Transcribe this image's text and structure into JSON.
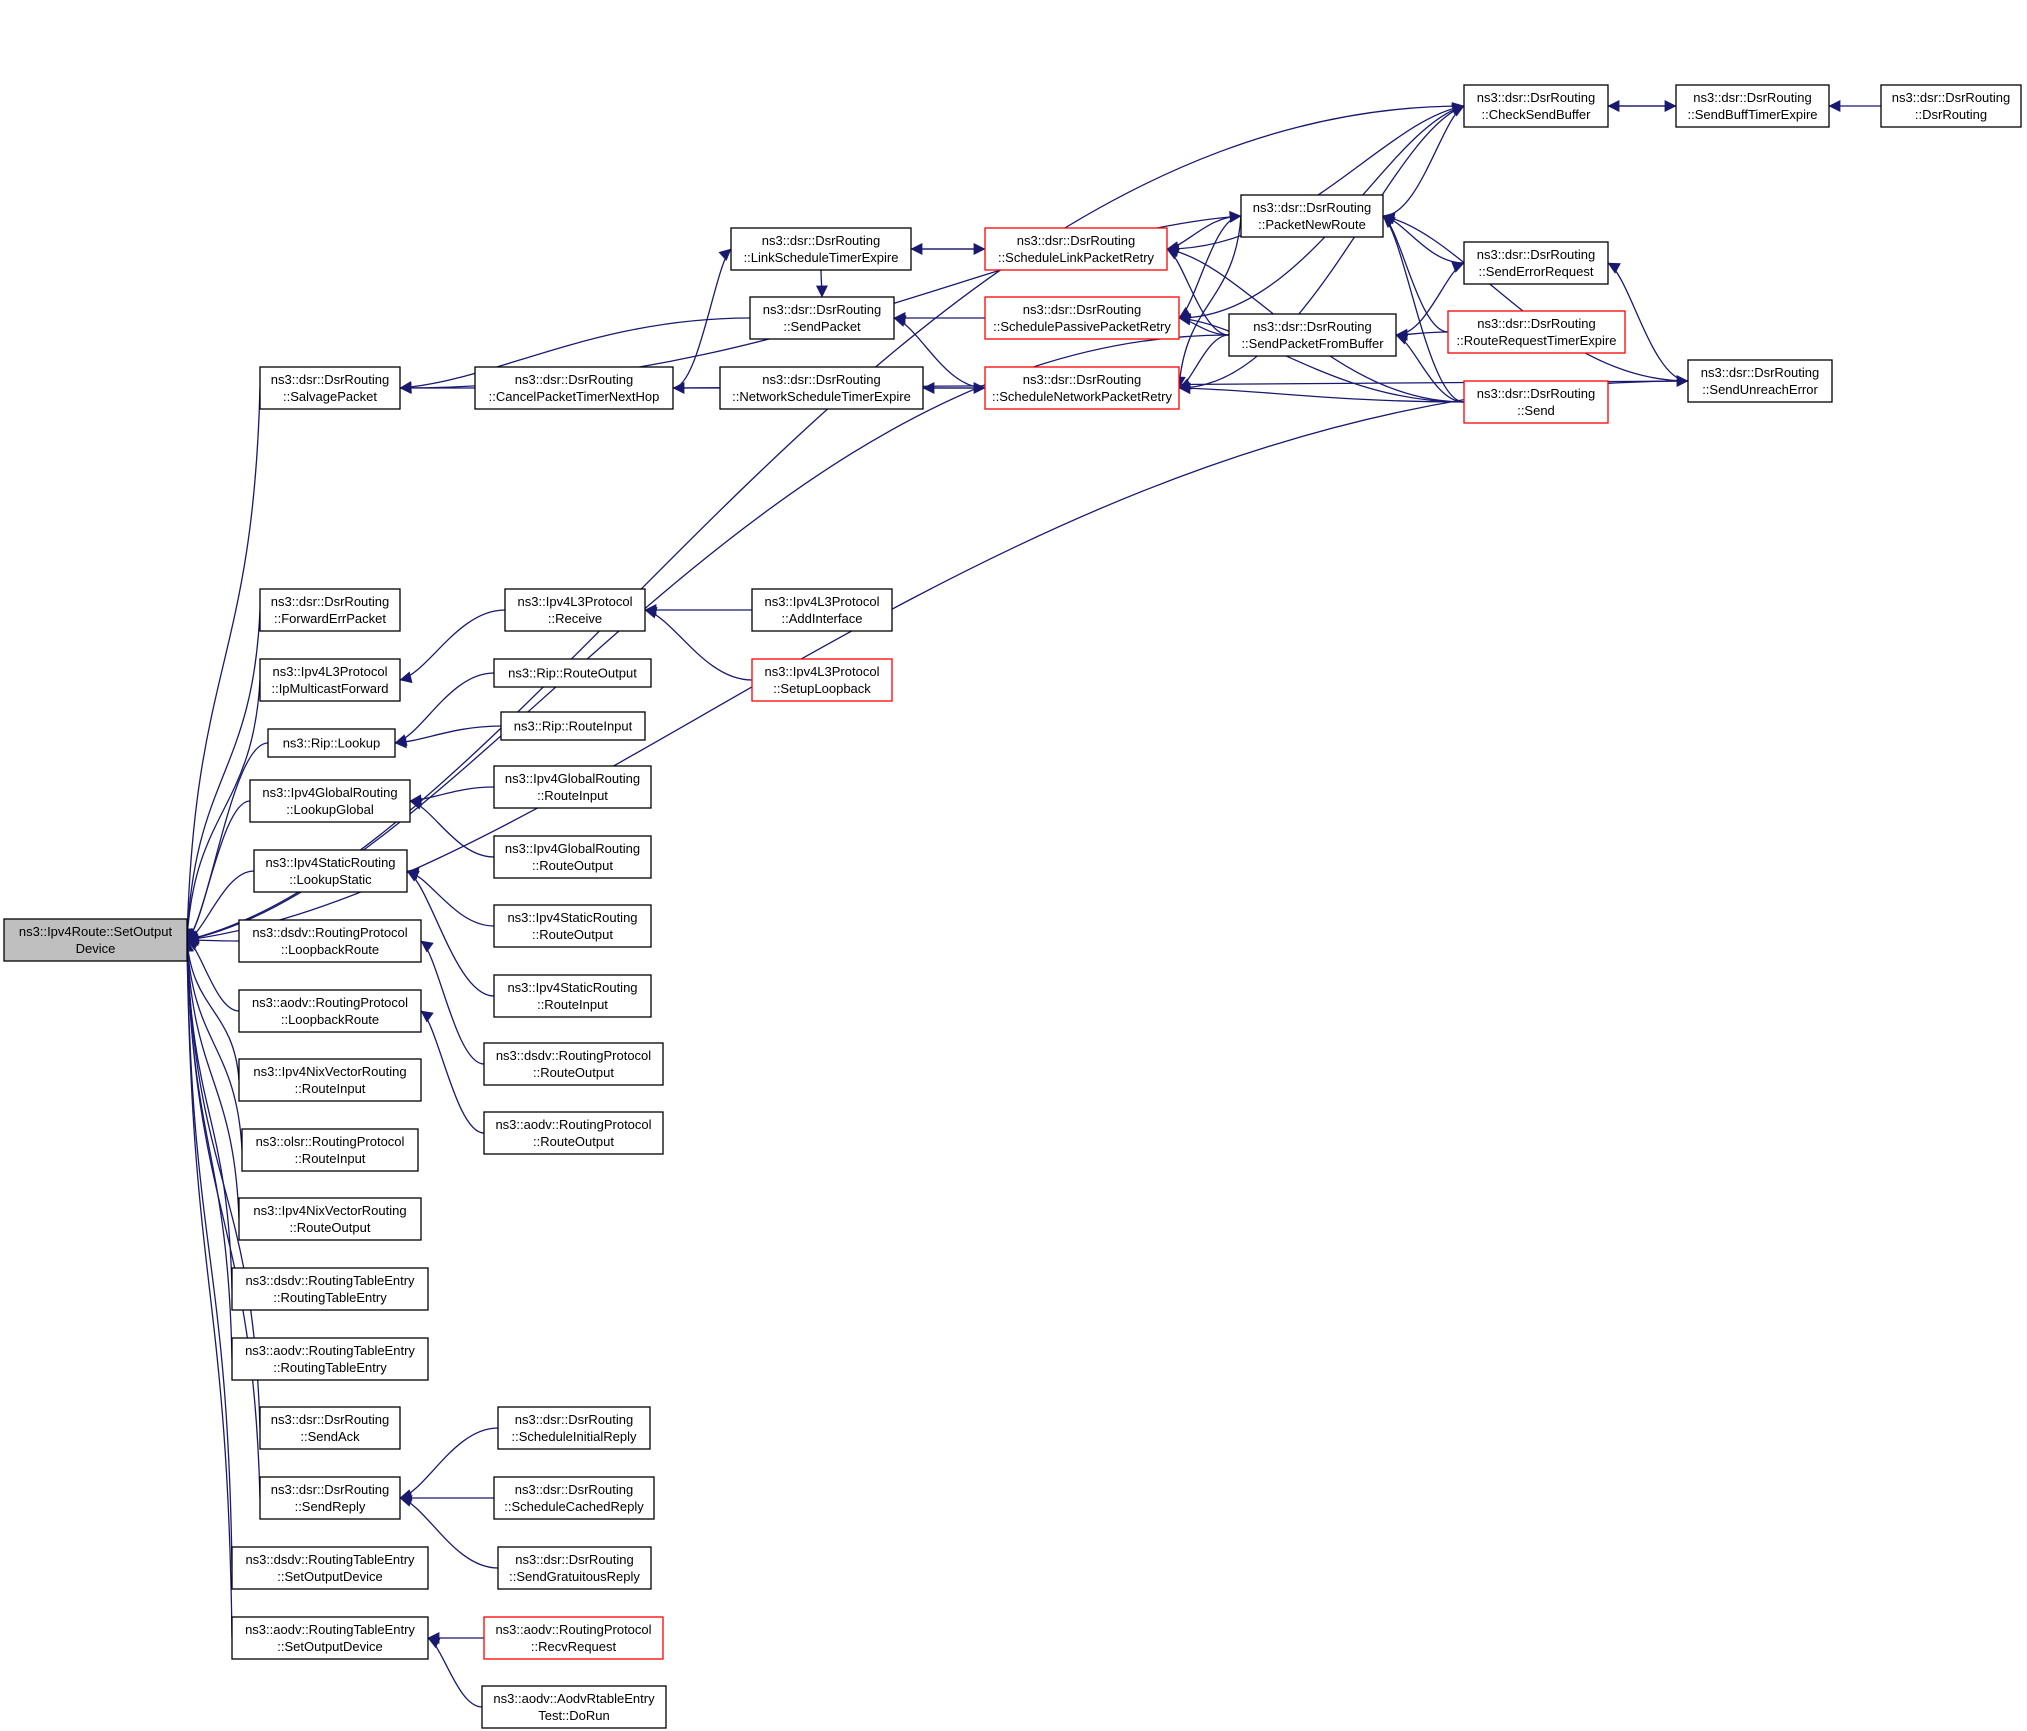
{
  "colors": {
    "edge": "#191970",
    "node_border_default": "#000000",
    "node_border_truncated": "#ff0000",
    "root_fill": "#bfbfbf",
    "node_fill": "#ffffff"
  },
  "nodes": {
    "root": {
      "lines": [
        "ns3::Ipv4Route::SetOutput",
        "Device"
      ],
      "style": "root"
    },
    "checkSendBuffer": {
      "lines": [
        "ns3::dsr::DsrRouting",
        "::CheckSendBuffer"
      ],
      "style": "normal"
    },
    "sendBuffTimerExpire": {
      "lines": [
        "ns3::dsr::DsrRouting",
        "::SendBuffTimerExpire"
      ],
      "style": "normal"
    },
    "dsrRouting": {
      "lines": [
        "ns3::dsr::DsrRouting",
        "::DsrRouting"
      ],
      "style": "normal"
    },
    "packetNewRoute": {
      "lines": [
        "ns3::dsr::DsrRouting",
        "::PacketNewRoute"
      ],
      "style": "normal"
    },
    "linkScheduleTimerExpire": {
      "lines": [
        "ns3::dsr::DsrRouting",
        "::LinkScheduleTimerExpire"
      ],
      "style": "normal"
    },
    "scheduleLinkPacketRetry": {
      "lines": [
        "ns3::dsr::DsrRouting",
        "::ScheduleLinkPacketRetry"
      ],
      "style": "truncated"
    },
    "sendErrorRequest": {
      "lines": [
        "ns3::dsr::DsrRouting",
        "::SendErrorRequest"
      ],
      "style": "normal"
    },
    "sendPacket": {
      "lines": [
        "ns3::dsr::DsrRouting",
        "::SendPacket"
      ],
      "style": "normal"
    },
    "schedulePassivePacketRetry": {
      "lines": [
        "ns3::dsr::DsrRouting",
        "::SchedulePassivePacketRetry"
      ],
      "style": "truncated"
    },
    "sendPacketFromBuffer": {
      "lines": [
        "ns3::dsr::DsrRouting",
        "::SendPacketFromBuffer"
      ],
      "style": "normal"
    },
    "routeRequestTimerExpire": {
      "lines": [
        "ns3::dsr::DsrRouting",
        "::RouteRequestTimerExpire"
      ],
      "style": "truncated"
    },
    "salvagePacket": {
      "lines": [
        "ns3::dsr::DsrRouting",
        "::SalvagePacket"
      ],
      "style": "normal"
    },
    "cancelPacketTimerNextHop": {
      "lines": [
        "ns3::dsr::DsrRouting",
        "::CancelPacketTimerNextHop"
      ],
      "style": "normal"
    },
    "networkScheduleTimerExpire": {
      "lines": [
        "ns3::dsr::DsrRouting",
        "::NetworkScheduleTimerExpire"
      ],
      "style": "normal"
    },
    "scheduleNetworkPacketRetry": {
      "lines": [
        "ns3::dsr::DsrRouting",
        "::ScheduleNetworkPacketRetry"
      ],
      "style": "truncated"
    },
    "dsrSend": {
      "lines": [
        "ns3::dsr::DsrRouting",
        "::Send"
      ],
      "style": "truncated"
    },
    "sendUnreachError": {
      "lines": [
        "ns3::dsr::DsrRouting",
        "::SendUnreachError"
      ],
      "style": "normal"
    },
    "forwardErrPacket": {
      "lines": [
        "ns3::dsr::DsrRouting",
        "::ForwardErrPacket"
      ],
      "style": "normal"
    },
    "l3Receive": {
      "lines": [
        "ns3::Ipv4L3Protocol",
        "::Receive"
      ],
      "style": "normal"
    },
    "l3AddInterface": {
      "lines": [
        "ns3::Ipv4L3Protocol",
        "::AddInterface"
      ],
      "style": "normal"
    },
    "ipMulticastForward": {
      "lines": [
        "ns3::Ipv4L3Protocol",
        "::IpMulticastForward"
      ],
      "style": "normal"
    },
    "l3SetupLoopback": {
      "lines": [
        "ns3::Ipv4L3Protocol",
        "::SetupLoopback"
      ],
      "style": "truncated"
    },
    "ripRouteOutput": {
      "lines": [
        "ns3::Rip::RouteOutput"
      ],
      "style": "normal"
    },
    "ripLookup": {
      "lines": [
        "ns3::Rip::Lookup"
      ],
      "style": "normal"
    },
    "ripRouteInput": {
      "lines": [
        "ns3::Rip::RouteInput"
      ],
      "style": "normal"
    },
    "lookupGlobal": {
      "lines": [
        "ns3::Ipv4GlobalRouting",
        "::LookupGlobal"
      ],
      "style": "normal"
    },
    "globalRouteInput": {
      "lines": [
        "ns3::Ipv4GlobalRouting",
        "::RouteInput"
      ],
      "style": "normal"
    },
    "globalRouteOutput": {
      "lines": [
        "ns3::Ipv4GlobalRouting",
        "::RouteOutput"
      ],
      "style": "normal"
    },
    "lookupStatic": {
      "lines": [
        "ns3::Ipv4StaticRouting",
        "::LookupStatic"
      ],
      "style": "normal"
    },
    "staticRouteOutput": {
      "lines": [
        "ns3::Ipv4StaticRouting",
        "::RouteOutput"
      ],
      "style": "normal"
    },
    "staticRouteInput": {
      "lines": [
        "ns3::Ipv4StaticRouting",
        "::RouteInput"
      ],
      "style": "normal"
    },
    "dsdvLoopbackRoute": {
      "lines": [
        "ns3::dsdv::RoutingProtocol",
        "::LoopbackRoute"
      ],
      "style": "normal"
    },
    "aodvLoopbackRoute": {
      "lines": [
        "ns3::aodv::RoutingProtocol",
        "::LoopbackRoute"
      ],
      "style": "normal"
    },
    "dsdvRouteOutput": {
      "lines": [
        "ns3::dsdv::RoutingProtocol",
        "::RouteOutput"
      ],
      "style": "normal"
    },
    "aodvRouteOutput": {
      "lines": [
        "ns3::aodv::RoutingProtocol",
        "::RouteOutput"
      ],
      "style": "normal"
    },
    "nixRouteInput": {
      "lines": [
        "ns3::Ipv4NixVectorRouting",
        "::RouteInput"
      ],
      "style": "normal"
    },
    "olsrRouteInput": {
      "lines": [
        "ns3::olsr::RoutingProtocol",
        "::RouteInput"
      ],
      "style": "normal"
    },
    "nixRouteOutput": {
      "lines": [
        "ns3::Ipv4NixVectorRouting",
        "::RouteOutput"
      ],
      "style": "normal"
    },
    "dsdvRTE": {
      "lines": [
        "ns3::dsdv::RoutingTableEntry",
        "::RoutingTableEntry"
      ],
      "style": "normal"
    },
    "aodvRTE": {
      "lines": [
        "ns3::aodv::RoutingTableEntry",
        "::RoutingTableEntry"
      ],
      "style": "normal"
    },
    "sendAck": {
      "lines": [
        "ns3::dsr::DsrRouting",
        "::SendAck"
      ],
      "style": "normal"
    },
    "scheduleInitialReply": {
      "lines": [
        "ns3::dsr::DsrRouting",
        "::ScheduleInitialReply"
      ],
      "style": "normal"
    },
    "sendReply": {
      "lines": [
        "ns3::dsr::DsrRouting",
        "::SendReply"
      ],
      "style": "normal"
    },
    "scheduleCachedReply": {
      "lines": [
        "ns3::dsr::DsrRouting",
        "::ScheduleCachedReply"
      ],
      "style": "normal"
    },
    "sendGratuitousReply": {
      "lines": [
        "ns3::dsr::DsrRouting",
        "::SendGratuitousReply"
      ],
      "style": "normal"
    },
    "dsdvSetOutputDevice": {
      "lines": [
        "ns3::dsdv::RoutingTableEntry",
        "::SetOutputDevice"
      ],
      "style": "normal"
    },
    "aodvSetOutputDevice": {
      "lines": [
        "ns3::aodv::RoutingTableEntry",
        "::SetOutputDevice"
      ],
      "style": "normal"
    },
    "recvRequest": {
      "lines": [
        "ns3::aodv::RoutingProtocol",
        "::RecvRequest"
      ],
      "style": "truncated"
    },
    "aodvDoRun": {
      "lines": [
        "ns3::aodv::AodvRtableEntry",
        "Test::DoRun"
      ],
      "style": "normal"
    }
  },
  "edges": [
    [
      "checkSendBuffer",
      "root"
    ],
    [
      "salvagePacket",
      "root"
    ],
    [
      "sendPacketFromBuffer",
      "root"
    ],
    [
      "sendUnreachError",
      "root"
    ],
    [
      "forwardErrPacket",
      "root"
    ],
    [
      "ipMulticastForward",
      "root"
    ],
    [
      "ripLookup",
      "root"
    ],
    [
      "lookupGlobal",
      "root"
    ],
    [
      "lookupStatic",
      "root"
    ],
    [
      "dsdvLoopbackRoute",
      "root"
    ],
    [
      "aodvLoopbackRoute",
      "root"
    ],
    [
      "nixRouteInput",
      "root"
    ],
    [
      "olsrRouteInput",
      "root"
    ],
    [
      "nixRouteOutput",
      "root"
    ],
    [
      "dsdvRTE",
      "root"
    ],
    [
      "aodvRTE",
      "root"
    ],
    [
      "sendAck",
      "root"
    ],
    [
      "sendReply",
      "root"
    ],
    [
      "dsdvSetOutputDevice",
      "root"
    ],
    [
      "aodvSetOutputDevice",
      "root"
    ],
    [
      "sendBuffTimerExpire",
      "checkSendBuffer"
    ],
    [
      "checkSendBuffer",
      "sendBuffTimerExpire"
    ],
    [
      "dsrRouting",
      "sendBuffTimerExpire"
    ],
    [
      "scheduleLinkPacketRetry",
      "checkSendBuffer"
    ],
    [
      "schedulePassivePacketRetry",
      "checkSendBuffer"
    ],
    [
      "scheduleNetworkPacketRetry",
      "checkSendBuffer"
    ],
    [
      "packetNewRoute",
      "checkSendBuffer"
    ],
    [
      "salvagePacket",
      "packetNewRoute"
    ],
    [
      "sendErrorRequest",
      "packetNewRoute"
    ],
    [
      "routeRequestTimerExpire",
      "packetNewRoute"
    ],
    [
      "dsrSend",
      "packetNewRoute"
    ],
    [
      "sendUnreachError",
      "packetNewRoute"
    ],
    [
      "scheduleLinkPacketRetry",
      "linkScheduleTimerExpire"
    ],
    [
      "linkScheduleTimerExpire",
      "scheduleLinkPacketRetry"
    ],
    [
      "packetNewRoute",
      "scheduleLinkPacketRetry"
    ],
    [
      "sendPacketFromBuffer",
      "scheduleLinkPacketRetry"
    ],
    [
      "dsrSend",
      "scheduleLinkPacketRetry"
    ],
    [
      "cancelPacketTimerNextHop",
      "linkScheduleTimerExpire"
    ],
    [
      "sendPacketFromBuffer",
      "sendErrorRequest"
    ],
    [
      "sendUnreachError",
      "sendErrorRequest"
    ],
    [
      "linkScheduleTimerExpire",
      "sendPacket"
    ],
    [
      "schedulePassivePacketRetry",
      "sendPacket"
    ],
    [
      "scheduleNetworkPacketRetry",
      "sendPacket"
    ],
    [
      "packetNewRoute",
      "schedulePassivePacketRetry"
    ],
    [
      "sendPacketFromBuffer",
      "schedulePassivePacketRetry"
    ],
    [
      "dsrSend",
      "schedulePassivePacketRetry"
    ],
    [
      "routeRequestTimerExpire",
      "sendPacketFromBuffer"
    ],
    [
      "dsrSend",
      "sendPacketFromBuffer"
    ],
    [
      "cancelPacketTimerNextHop",
      "salvagePacket"
    ],
    [
      "networkScheduleTimerExpire",
      "cancelPacketTimerNextHop"
    ],
    [
      "sendPacket",
      "salvagePacket"
    ],
    [
      "scheduleNetworkPacketRetry",
      "networkScheduleTimerExpire"
    ],
    [
      "networkScheduleTimerExpire",
      "scheduleNetworkPacketRetry"
    ],
    [
      "packetNewRoute",
      "scheduleNetworkPacketRetry"
    ],
    [
      "sendPacketFromBuffer",
      "scheduleNetworkPacketRetry"
    ],
    [
      "dsrSend",
      "scheduleNetworkPacketRetry"
    ],
    [
      "cancelPacketTimerNextHop",
      "sendUnreachError"
    ],
    [
      "l3Receive",
      "ipMulticastForward"
    ],
    [
      "l3AddInterface",
      "l3Receive"
    ],
    [
      "l3SetupLoopback",
      "l3Receive"
    ],
    [
      "ripRouteOutput",
      "ripLookup"
    ],
    [
      "ripRouteInput",
      "ripLookup"
    ],
    [
      "globalRouteInput",
      "lookupGlobal"
    ],
    [
      "globalRouteOutput",
      "lookupGlobal"
    ],
    [
      "staticRouteOutput",
      "lookupStatic"
    ],
    [
      "staticRouteInput",
      "lookupStatic"
    ],
    [
      "dsdvRouteOutput",
      "dsdvLoopbackRoute"
    ],
    [
      "aodvRouteOutput",
      "aodvLoopbackRoute"
    ],
    [
      "scheduleInitialReply",
      "sendReply"
    ],
    [
      "scheduleCachedReply",
      "sendReply"
    ],
    [
      "sendGratuitousReply",
      "sendReply"
    ],
    [
      "recvRequest",
      "aodvSetOutputDevice"
    ],
    [
      "aodvDoRun",
      "aodvSetOutputDevice"
    ]
  ]
}
